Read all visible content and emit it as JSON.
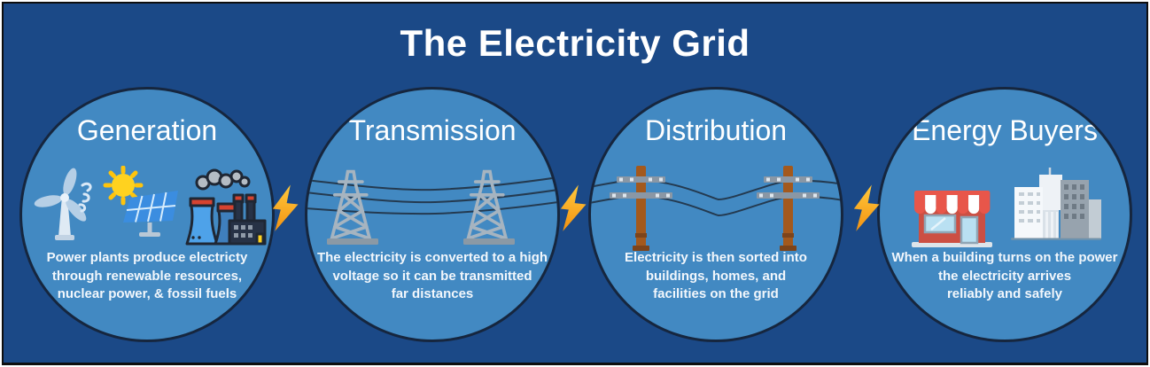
{
  "title": "The Electricity Grid",
  "colors": {
    "background": "#1b4987",
    "circle_fill": "#4289c2",
    "circle_border": "#16263e",
    "text": "#ffffff",
    "bolt_yellow_light": "#ffc93c",
    "bolt_yellow_dark": "#f29111",
    "pylon_gray": "#a6b4c0",
    "pole_brown": "#a3591d",
    "awning_red": "#e8564a"
  },
  "stages": [
    {
      "title": "Generation",
      "icons": [
        "wind-turbine-icon",
        "sun-solar-panel-icon",
        "power-plant-icon"
      ],
      "lines": [
        "Power plants produce electricty",
        "through renewable resources,",
        "nuclear power, & fossil fuels"
      ]
    },
    {
      "title": "Transmission",
      "icons": [
        "transmission-towers-icon"
      ],
      "lines": [
        "The electricity is converted to a high",
        "voltage so it can be transmitted",
        "far distances"
      ]
    },
    {
      "title": "Distribution",
      "icons": [
        "utility-poles-icon"
      ],
      "lines": [
        "Electricity is then sorted into",
        "buildings, homes, and",
        "facilities on the grid"
      ]
    },
    {
      "title": "Energy Buyers",
      "icons": [
        "storefront-icon",
        "city-buildings-icon"
      ],
      "lines": [
        "When a building turns on the power",
        "the electricity arrives",
        "reliably and safely"
      ]
    }
  ],
  "connectors": [
    "lightning-bolt-icon",
    "lightning-bolt-icon",
    "lightning-bolt-icon"
  ]
}
